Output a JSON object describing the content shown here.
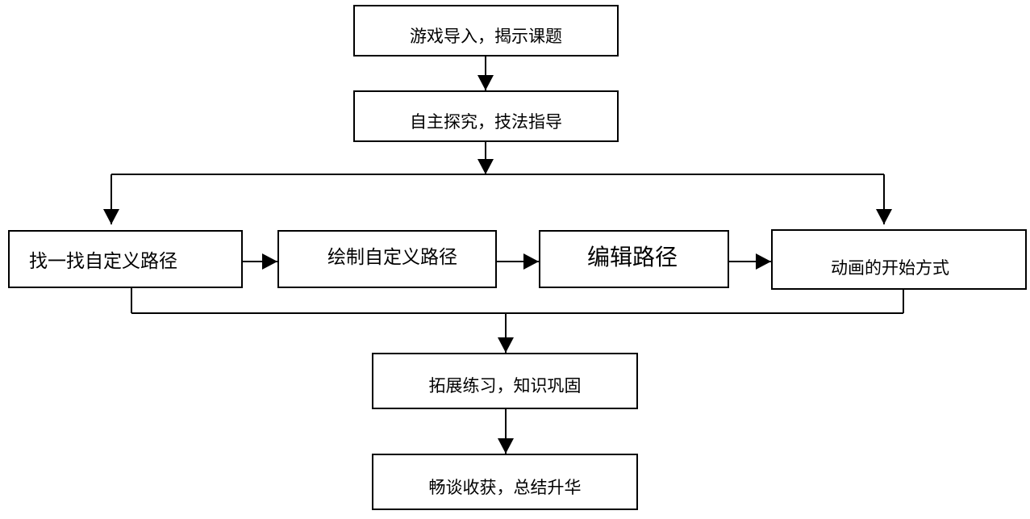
{
  "steps": {
    "intro": "游戏导入，揭示课题",
    "explore": "自主探究，技法指导",
    "practice": "拓展练习，知识巩固",
    "summary": "畅谈收获，总结升华"
  },
  "branches": {
    "find_path": "找一找自定义路径",
    "draw_path": "绘制自定义路径",
    "edit_path": "编辑路径",
    "animation_start": "动画的开始方式"
  }
}
